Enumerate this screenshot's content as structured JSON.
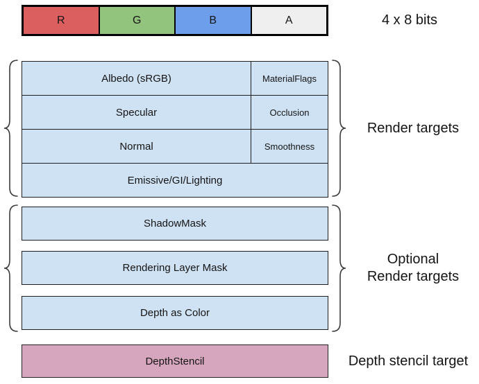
{
  "top_strip": {
    "channels": [
      {
        "label": "R",
        "color": "#db5f5f"
      },
      {
        "label": "G",
        "color": "#93c47d"
      },
      {
        "label": "B",
        "color": "#6d9eeb"
      },
      {
        "label": "A",
        "color": "#efefef"
      }
    ],
    "bits_label": "4 x 8 bits"
  },
  "render_targets": {
    "label": "Render targets",
    "rows": [
      {
        "main": "Albedo (sRGB)",
        "alpha": "MaterialFlags"
      },
      {
        "main": "Specular",
        "alpha": "Occlusion"
      },
      {
        "main": "Normal",
        "alpha": "Smoothness"
      },
      {
        "main": "Emissive/GI/Lighting"
      }
    ]
  },
  "optional_targets": {
    "label_line1": "Optional",
    "label_line2": "Render targets",
    "rows": [
      "ShadowMask",
      "Rendering Layer Mask",
      "Depth as Color"
    ]
  },
  "depth_stencil": {
    "row": "DepthStencil",
    "label": "Depth stencil target"
  },
  "colors": {
    "cell_blue": "#cfe2f3",
    "depth_pink": "#d5a6bd"
  }
}
